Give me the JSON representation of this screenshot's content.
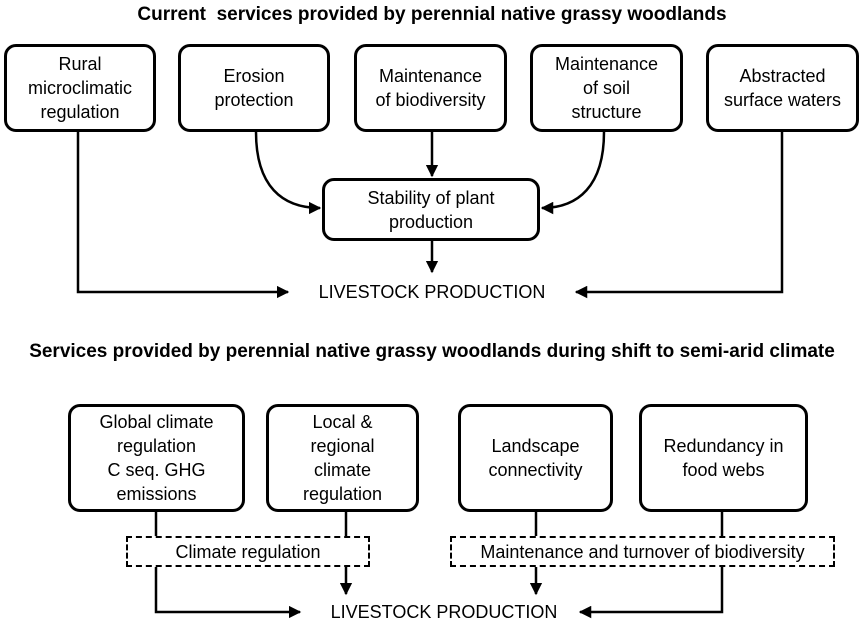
{
  "colors": {
    "stroke": "#000000",
    "background": "#ffffff"
  },
  "top_section": {
    "title": "Current  services provided by perennial native grassy woodlands",
    "services": [
      {
        "lines": [
          "Rural",
          "microclimatic",
          "regulation"
        ]
      },
      {
        "lines": [
          "Erosion",
          "protection"
        ]
      },
      {
        "lines": [
          "Maintenance",
          "of biodiversity"
        ]
      },
      {
        "lines": [
          "Maintenance",
          "of soil",
          "structure"
        ]
      },
      {
        "lines": [
          "Abstracted",
          "surface waters"
        ]
      }
    ],
    "intermediate": {
      "lines": [
        "Stability of plant",
        "production"
      ]
    },
    "outcome": "LIVESTOCK PRODUCTION"
  },
  "bottom_section": {
    "title": "Services provided by perennial native grassy woodlands during shift to semi-arid climate",
    "services": [
      {
        "lines": [
          "Global climate",
          "regulation",
          "C seq. GHG",
          "emissions"
        ]
      },
      {
        "lines": [
          "Local &",
          "regional",
          "climate",
          "regulation"
        ]
      },
      {
        "lines": [
          "Landscape",
          "connectivity"
        ]
      },
      {
        "lines": [
          "Redundancy in",
          "food webs"
        ]
      }
    ],
    "groups": [
      {
        "label": "Climate regulation"
      },
      {
        "label": "Maintenance and turnover of biodiversity"
      }
    ],
    "outcome": "LIVESTOCK PRODUCTION"
  }
}
